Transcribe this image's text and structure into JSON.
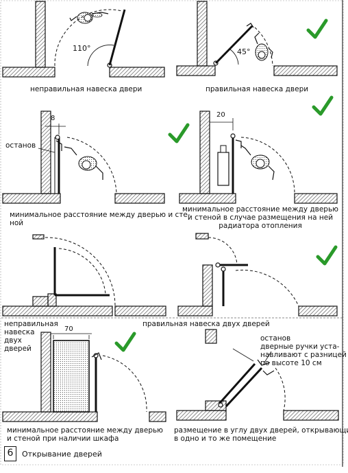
{
  "figure": {
    "number": "6",
    "title": "Открывание дверей"
  },
  "panels": {
    "p1": {
      "caption": "неправильная навеска двери",
      "angle": "110°"
    },
    "p2": {
      "caption": "правильная навеска двери",
      "angle": "45°"
    },
    "p3": {
      "caption_1": "минимальное расстояние между дверью и сте-",
      "caption_2": "ной",
      "dimension": "8",
      "stop_label": "останов"
    },
    "p4": {
      "caption_1": "минимальное расстояние между дверью",
      "caption_2": "и стеной в случае размещения на ней",
      "caption_3": "радиатора отопления",
      "dimension": "20"
    },
    "p5": {
      "caption_1": "неправильная",
      "caption_2": "навеска",
      "caption_3": "двух",
      "caption_4": "дверей"
    },
    "p6": {
      "caption": "правильная навеска двух дверей"
    },
    "p7": {
      "caption_1": "минимальное расстояние между дверью",
      "caption_2": "и стеной при наличии шкафа",
      "dimension": "70"
    },
    "p8": {
      "note_1": "останов",
      "note_2": "дверные ручки уста-",
      "note_3": "навливают с разницей",
      "note_4": "по высоте 10 см",
      "caption_1": "размещение в углу двух дверей, открывающихся",
      "caption_2": "в одно и то же помещение"
    }
  },
  "colors": {
    "ink": "#111111",
    "check": "#2a9a2a",
    "hatch": "#555555"
  },
  "icons": [
    "check-mark-icon",
    "person-icon",
    "door-stop-icon",
    "radiator-icon",
    "cabinet-icon"
  ]
}
